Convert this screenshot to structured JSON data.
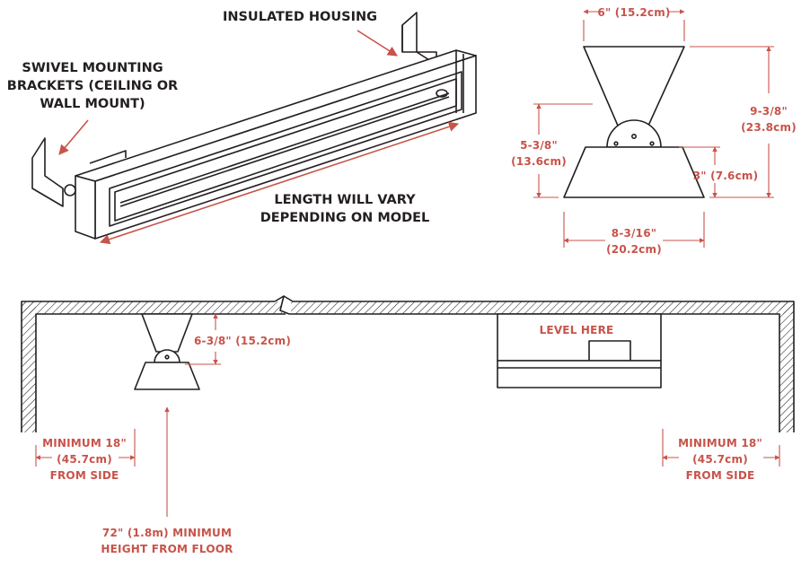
{
  "labels": {
    "insulated_housing": "INSULATED HOUSING",
    "swivel_line1": "SWIVEL MOUNTING",
    "swivel_line2": "BRACKETS (CEILING OR",
    "swivel_line3": "WALL MOUNT)",
    "length_line1": "LENGTH WILL VARY",
    "length_line2": "DEPENDING ON MODEL"
  },
  "dimensions": {
    "top_width": "6\" (15.2cm)",
    "total_height_line1": "9-3/8\"",
    "total_height_line2": "(23.8cm)",
    "bracket_height_line1": "5-3/8\"",
    "bracket_height_line2": "(13.6cm)",
    "body_height": "3\" (7.6cm)",
    "body_width_line1": "8-3/16\"",
    "body_width_line2": "(20.2cm)",
    "ceiling_drop": "6-3/8\" (15.2cm)",
    "level_here": "LEVEL HERE",
    "min_side_left_line1": "MINIMUM 18\"",
    "min_side_left_line2": "(45.7cm)",
    "min_side_left_line3": "FROM SIDE",
    "min_side_right_line1": "MINIMUM 18\"",
    "min_side_right_line2": "(45.7cm)",
    "min_side_right_line3": "FROM SIDE",
    "floor_height_line1": "72\" (1.8m) MINIMUM",
    "floor_height_line2": "HEIGHT FROM FLOOR"
  },
  "colors": {
    "line": "#231f20",
    "dimension": "#c8534a",
    "background": "#ffffff"
  }
}
